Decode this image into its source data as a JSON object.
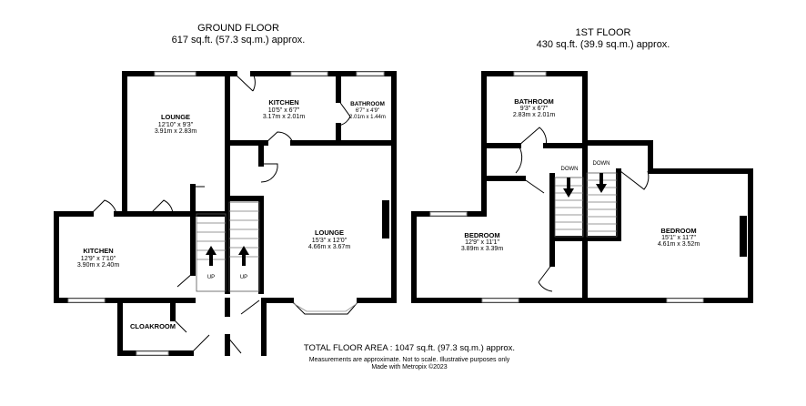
{
  "ground_floor": {
    "title": "GROUND FLOOR",
    "area": "617 sq.ft. (57.3 sq.m.) approx.",
    "rooms": [
      {
        "name": "LOUNGE",
        "imperial": "12'10\" x 9'3\"",
        "metric": "3.91m x 2.83m"
      },
      {
        "name": "KITCHEN",
        "imperial": "10'5\" x 6'7\"",
        "metric": "3.17m x 2.01m"
      },
      {
        "name": "BATHROOM",
        "imperial": "6'7\" x 4'9\"",
        "metric": "2.01m x 1.44m"
      },
      {
        "name": "KITCHEN",
        "imperial": "12'9\" x 7'10\"",
        "metric": "3.90m x 2.40m"
      },
      {
        "name": "LOUNGE",
        "imperial": "15'3\" x 12'0\"",
        "metric": "4.66m x 3.67m"
      },
      {
        "name": "CLOAKROOM"
      }
    ],
    "stair_labels": [
      "UP",
      "UP"
    ]
  },
  "first_floor": {
    "title": "1ST FLOOR",
    "area": "430 sq.ft. (39.9 sq.m.) approx.",
    "rooms": [
      {
        "name": "BATHROOM",
        "imperial": "9'3\" x 6'7\"",
        "metric": "2.83m x 2.01m"
      },
      {
        "name": "BEDROOM",
        "imperial": "12'9\" x 11'1\"",
        "metric": "3.89m x 3.39m"
      },
      {
        "name": "BEDROOM",
        "imperial": "15'1\" x 11'7\"",
        "metric": "4.61m x 3.52m"
      }
    ],
    "stair_labels": [
      "DOWN",
      "DOWN"
    ]
  },
  "footer": {
    "total": "TOTAL FLOOR AREA : 1047 sq.ft. (97.3 sq.m.) approx.",
    "disclaimer": "Measurements are approximate.  Not to scale.  Illustrative purposes only",
    "credit": "Made with Metropix ©2023"
  }
}
